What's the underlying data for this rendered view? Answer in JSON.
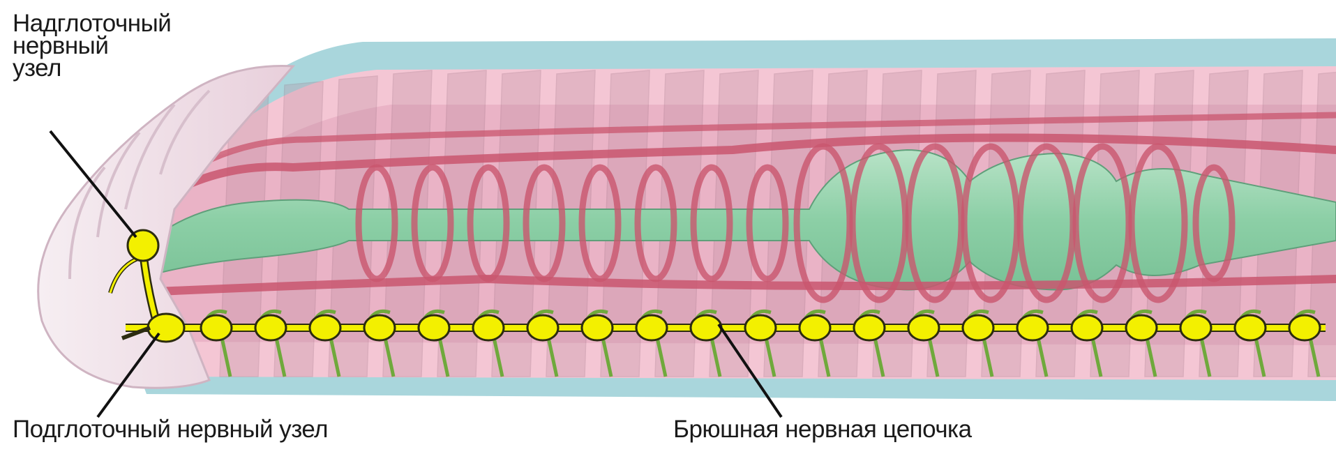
{
  "labels": {
    "supraesophageal": {
      "line1": "Надглоточный",
      "line2": "нервный",
      "line3": "узел"
    },
    "subesophageal": "Подглоточный нервный узел",
    "ventral_chain": "Брюшная нервная цепочка"
  },
  "colors": {
    "body_pink": "#f4c6d4",
    "outer_blue": "#a9d6dc",
    "vessel_red": "#c9566e",
    "gut_green": "#8fcfa7",
    "nerve_yellow": "#f3f000",
    "nerve_green": "#6fa93c",
    "septa_mauve": "#b98b9e"
  }
}
